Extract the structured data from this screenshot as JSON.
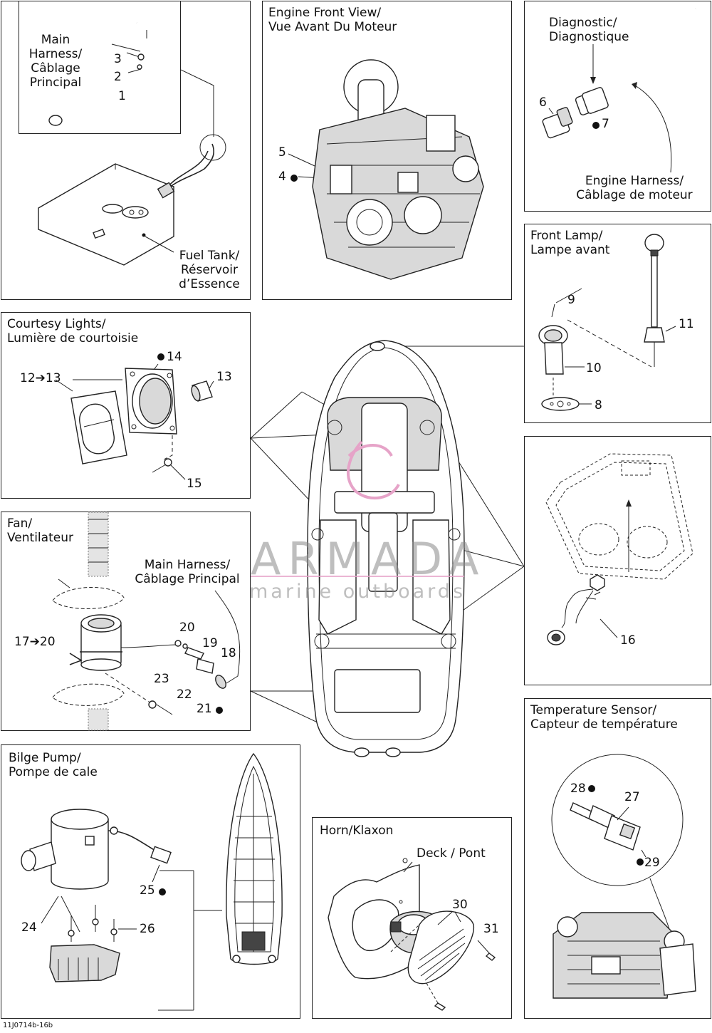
{
  "panels": {
    "fuel_tank": {
      "inset_label": "Main\nHarness/\nCâblage\nPrincipal",
      "label": "Fuel Tank/\nRéservoir\nd’Essence",
      "parts": [
        "3",
        "2",
        "1"
      ]
    },
    "engine_front": {
      "title": "Engine Front View/\nVue Avant Du Moteur",
      "parts": [
        "5",
        "4"
      ]
    },
    "diagnostic": {
      "title": "Diagnostic/\nDiagnostique",
      "label": "Engine Harness/\nCâblage de moteur",
      "parts": [
        "6",
        "7"
      ]
    },
    "front_lamp": {
      "title": "Front Lamp/\nLampe avant",
      "parts": [
        "9",
        "11",
        "10",
        "8"
      ]
    },
    "courtesy": {
      "title": "Courtesy Lights/\nLumière de courtoisie",
      "parts": [
        "14",
        "12➔13",
        "13",
        "15"
      ]
    },
    "fan": {
      "title": "Fan/\nVentilateur",
      "label": "Main Harness/\nCâblage Principal",
      "parts": [
        "20",
        "19",
        "17➔20",
        "18",
        "23",
        "22",
        "21"
      ]
    },
    "mirror_cover": {
      "parts": [
        "16"
      ]
    },
    "temp_sensor": {
      "title": "Temperature Sensor/\nCapteur de température",
      "parts": [
        "28",
        "27",
        "29"
      ]
    },
    "bilge": {
      "title": "Bilge Pump/\nPompe de cale",
      "parts": [
        "25",
        "24",
        "26"
      ]
    },
    "horn": {
      "title": "Horn/Klaxon",
      "label": "Deck / Pont",
      "parts": [
        "30",
        "31"
      ]
    }
  },
  "watermark": {
    "name": "ARMADA",
    "sub": "marine outboards",
    "accent": "#e6a3c8"
  },
  "drawing_code": "11J0714b-16b"
}
